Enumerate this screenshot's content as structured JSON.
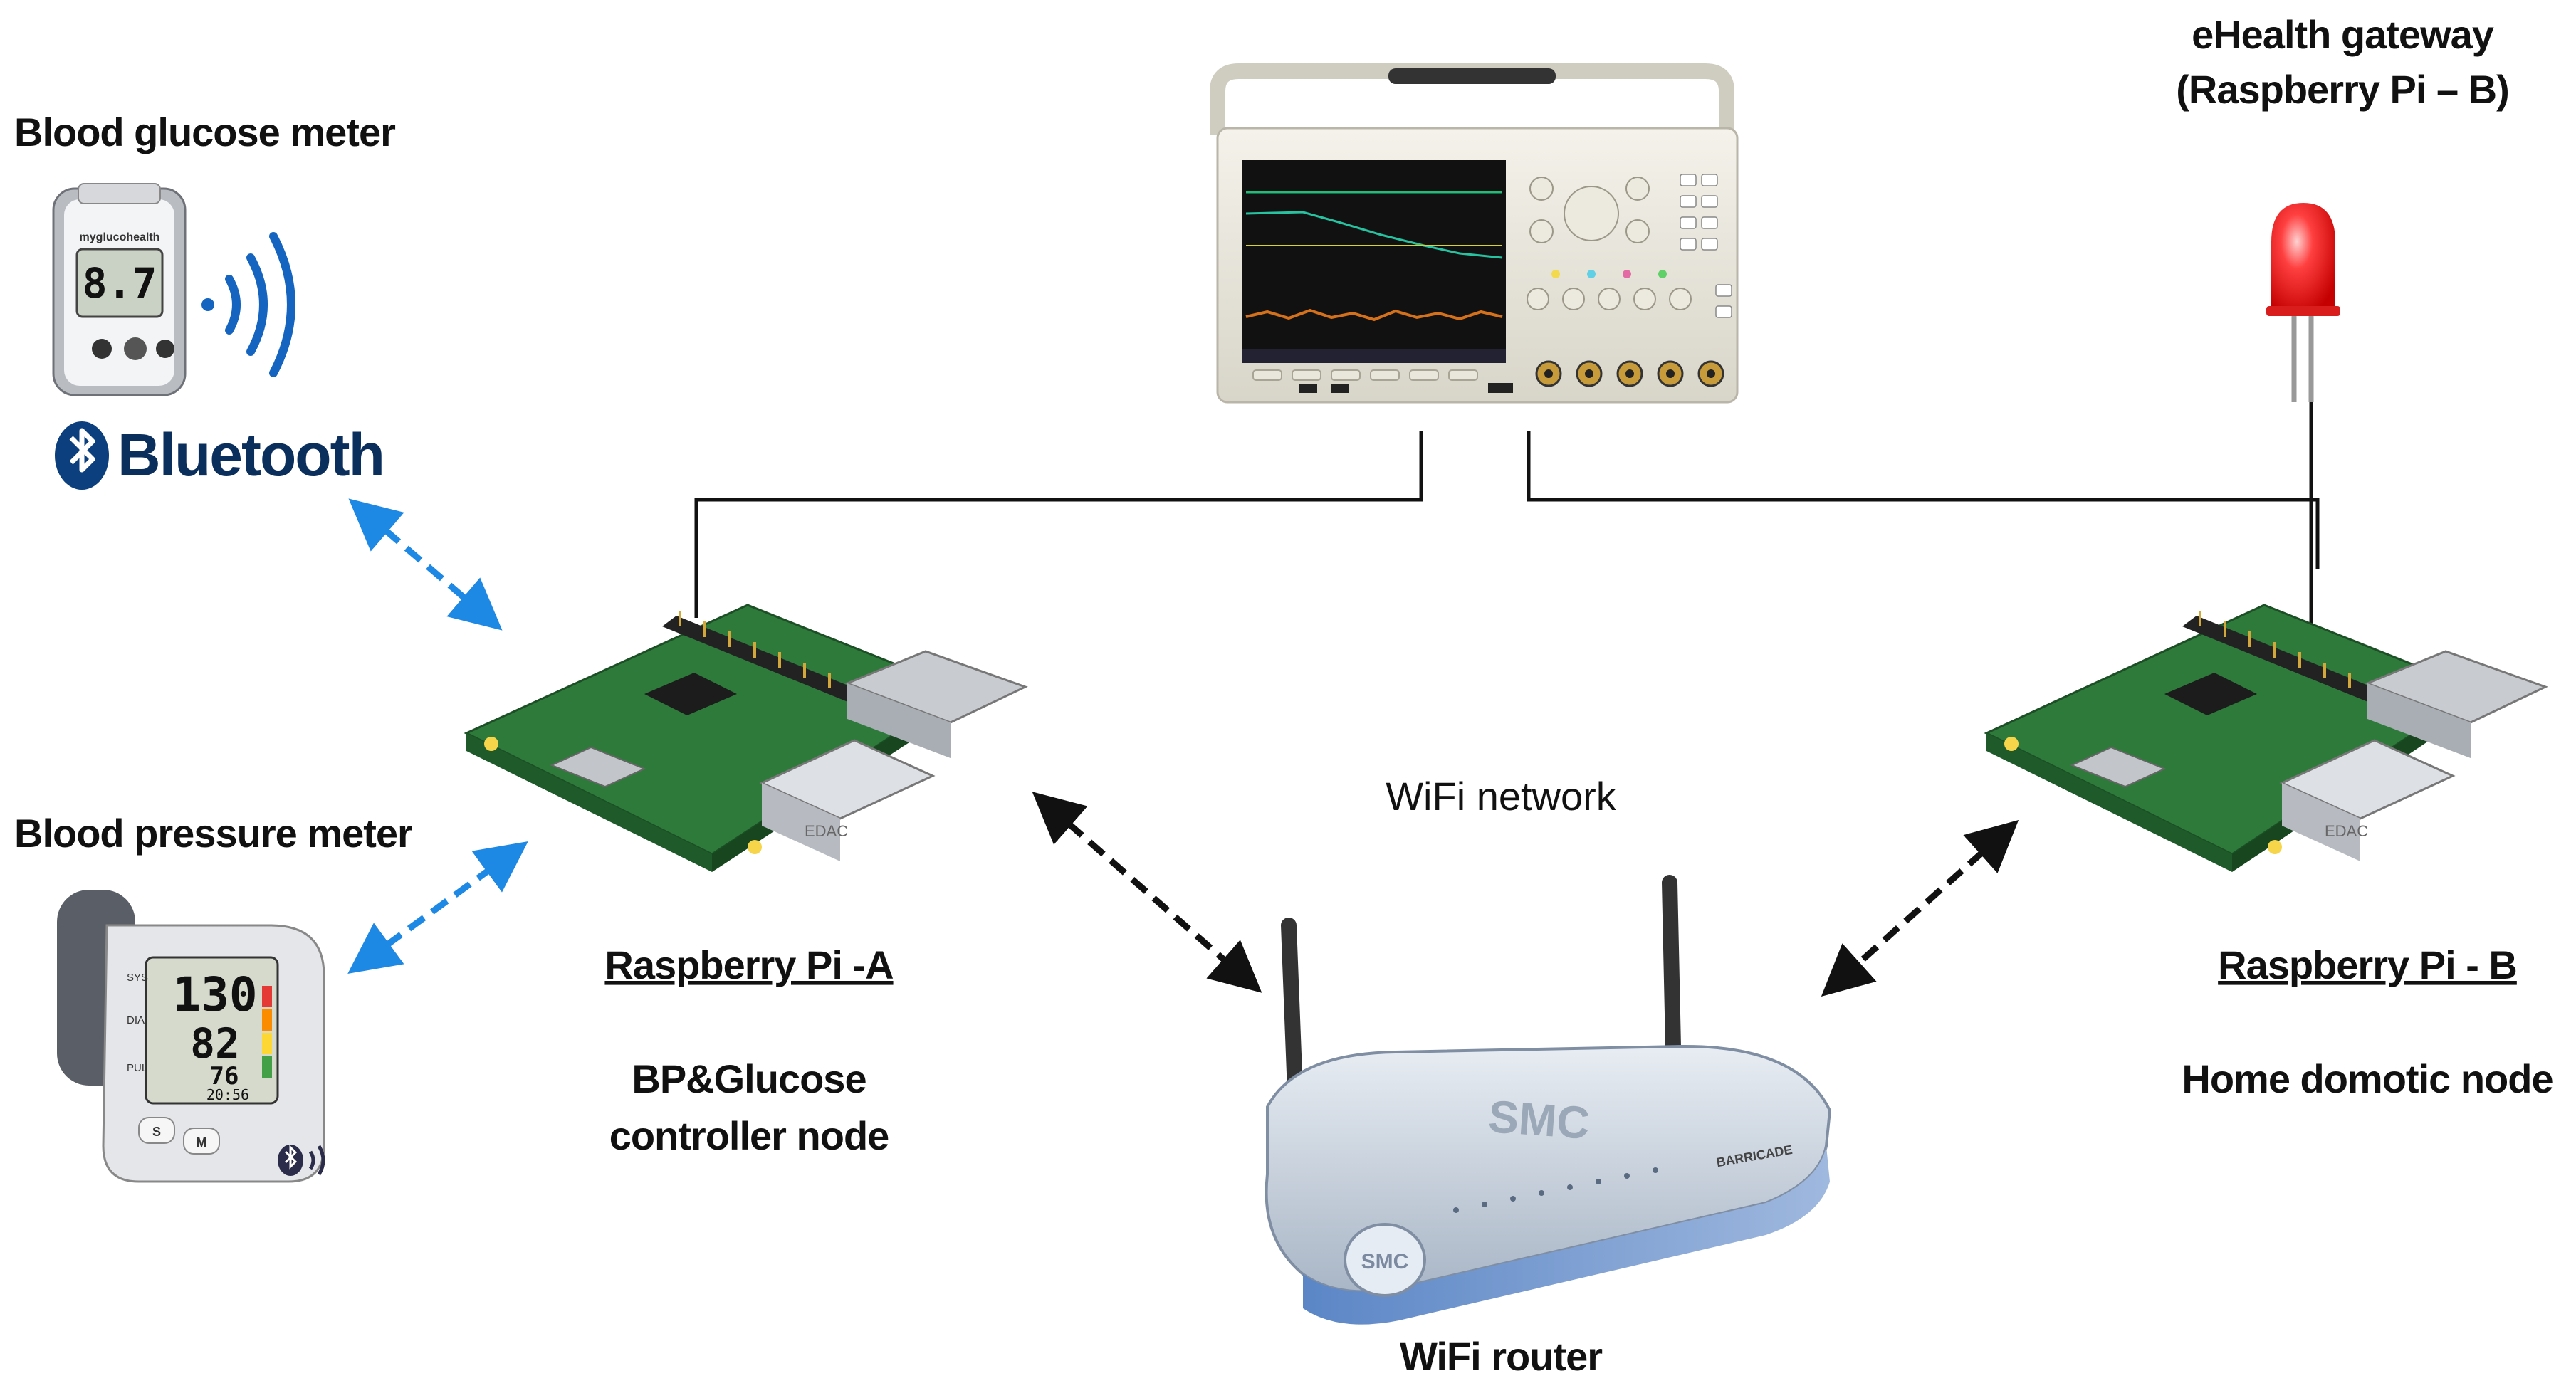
{
  "labels": {
    "glucose_meter": "Blood glucose meter",
    "pressure_meter": "Blood pressure meter",
    "gateway_line1": "eHealth gateway",
    "gateway_line2": "(Raspberry Pi – B)",
    "rpi_a_title": "Raspberry Pi -A",
    "rpi_a_desc_line1": "BP&Glucose",
    "rpi_a_desc_line2": "controller node",
    "rpi_b_title": "Raspberry Pi - B",
    "rpi_b_desc": "Home domotic node",
    "wifi_network": "WiFi network",
    "wifi_router": "WiFi router",
    "bluetooth": "Bluetooth"
  },
  "device_text": {
    "glucose_brand": "myglucohealth",
    "glucose_reading": "8.7",
    "bp_sys": "130",
    "bp_dia": "82",
    "bp_pulse": "76",
    "bp_time": "20:56",
    "bp_btn_s": "S",
    "bp_btn_m": "M",
    "bp_side_sys": "SYS",
    "bp_side_dia": "DIA",
    "bp_side_pul": "PUL",
    "router_brand": "SMC",
    "router_model": "BARRICADE",
    "rpi_port_label": "EDAC"
  },
  "colors": {
    "bluetooth_blue": "#1e88e5",
    "bt_logo_blue": "#0b3f7d",
    "black_arrow": "#111111",
    "pcb_green": "#2d7a3a",
    "led_red": "#ff2a2a",
    "router_silver": "#c7d1de",
    "router_blue": "#4f7ec2"
  }
}
